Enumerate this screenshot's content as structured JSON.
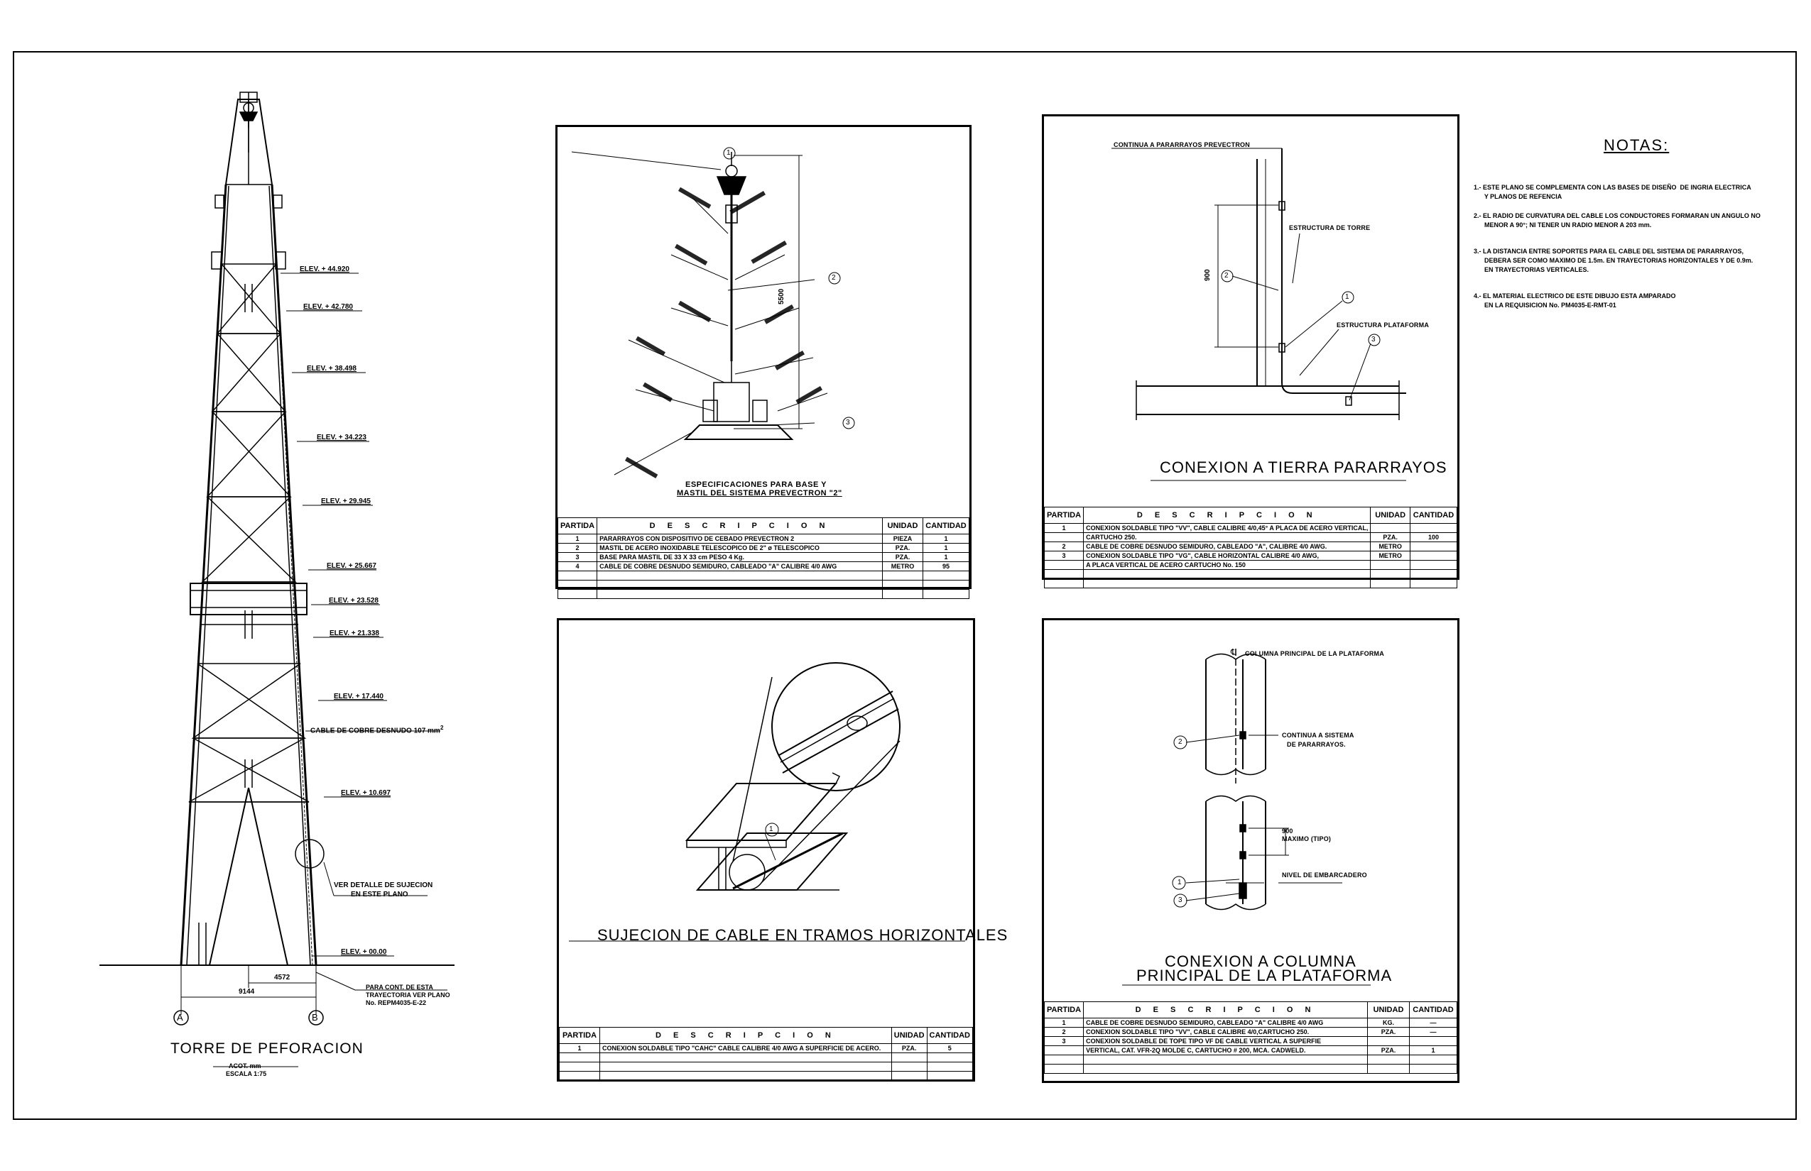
{
  "tower": {
    "title": "TORRE DE PEFORACION",
    "acot": "ACOT. mm",
    "escala": "ESCALA 1:75",
    "elevations": [
      "ELEV. + 44.920",
      "ELEV. + 42.780",
      "ELEV. + 38.498",
      "ELEV. + 34.223",
      "ELEV. + 29.945",
      "ELEV. + 25.667",
      "ELEV. + 23.528",
      "ELEV. + 21.338",
      "ELEV. + 17.440",
      "ELEV. + 10.697",
      "ELEV. + 00.00"
    ],
    "cable_label": "CABLE DE COBRE DESNUDO 107 mm",
    "cable_sup": "2",
    "detail_label_1": "VER DETALLE DE SUJECION",
    "detail_label_2": "EN ESTE PLANO",
    "cont_1": "PARA CONT. DE ESTA",
    "cont_2": "TRAYECTORIA VER PLANO",
    "cont_3": "No. REPM4035-E-22",
    "dim_4572": "4572",
    "dim_9144": "9144",
    "axis_a": "A",
    "axis_b": "B"
  },
  "panel1": {
    "spec_1": "ESPECIFICACIONES PARA BASE Y",
    "spec_2": "MASTIL DEL SISTEMA PREVECTRON \"2\"",
    "dim_5500": "5500",
    "callouts": [
      "1",
      "2",
      "3"
    ],
    "headers": {
      "partida": "PARTIDA",
      "descripcion": "D E S C R I P C I O N",
      "unidad": "UNIDAD",
      "cantidad": "CANTIDAD"
    },
    "rows": [
      {
        "partida": "1",
        "descripcion": "PARARRAYOS CON DISPOSITIVO DE CEBADO PREVECTRON 2",
        "unidad": "PIEZA",
        "cantidad": "1"
      },
      {
        "partida": "2",
        "descripcion": "MASTIL DE ACERO INOXIDABLE TELESCOPICO DE 2\" ø TELESCOPICO",
        "unidad": "PZA.",
        "cantidad": "1"
      },
      {
        "partida": "3",
        "descripcion": "BASE PARA MASTIL DE 33 X 33 cm PESO 4 Kg.",
        "unidad": "PZA.",
        "cantidad": "1"
      },
      {
        "partida": "4",
        "descripcion": "CABLE DE COBRE DESNUDO SEMIDURO, CABLEADO \"A\" CALIBRE 4/0 AWG",
        "unidad": "METRO",
        "cantidad": "95"
      }
    ]
  },
  "panel2": {
    "title": "CONEXION A TIERRA PARARRAYOS",
    "continua": "CONTINUA A PARARRAYOS PREVECTRON",
    "estructura_torre": "ESTRUCTURA DE TORRE",
    "estructura_plataforma": "ESTRUCTURA PLATAFORMA",
    "dim_900": "900",
    "callouts": [
      "1",
      "2",
      "3"
    ],
    "headers": {
      "partida": "PARTIDA",
      "descripcion": "D E S C R I P C I O N",
      "unidad": "UNIDAD",
      "cantidad": "CANTIDAD"
    },
    "rows": [
      {
        "partida": "1",
        "descripcion": "CONEXION SOLDABLE TIPO \"VV\", CABLE CALIBRE 4/0,45° A PLACA DE ACERO VERTICAL,",
        "unidad": "",
        "cantidad": ""
      },
      {
        "partida": "",
        "descripcion": "CARTUCHO 250.",
        "unidad": "PZA.",
        "cantidad": "100"
      },
      {
        "partida": "2",
        "descripcion": "CABLE DE COBRE DESNUDO SEMIDURO, CABLEADO \"A\", CALIBRE 4/0 AWG.",
        "unidad": "METRO",
        "cantidad": ""
      },
      {
        "partida": "3",
        "descripcion": "CONEXION SOLDABLE TIPO \"VG\", CABLE HORIZONTAL CALIBRE 4/0 AWG,",
        "unidad": "METRO",
        "cantidad": ""
      },
      {
        "partida": "",
        "descripcion": "A PLACA VERTICAL DE ACERO CARTUCHO No. 150",
        "unidad": "",
        "cantidad": ""
      }
    ]
  },
  "notes": {
    "title": "NOTAS:",
    "items": [
      "1.- ESTE PLANO SE COMPLEMENTA CON LAS BASES DE DISEÑO  DE INGRIA ELECTRICA\n      Y PLANOS DE REFENCIA",
      "2.- EL RADIO DE CURVATURA DEL CABLE LOS CONDUCTORES FORMARAN UN ANGULO NO\n      MENOR A 90°; NI TENER UN RADIO MENOR A 203 mm.",
      "3.- LA DISTANCIA ENTRE SOPORTES PARA EL CABLE DEL SISTEMA DE PARARRAYOS,\n      DEBERA SER COMO MAXIMO DE 1.5m. EN TRAYECTORIAS HORIZONTALES Y DE 0.9m.\n      EN TRAYECTORIAS VERTICALES.",
      "4.- EL MATERIAL ELECTRICO DE ESTE DIBUJO ESTA AMPARADO\n      EN LA REQUISICION No. PM4035-E-RMT-01"
    ]
  },
  "panel3": {
    "title": "SUJECION DE CABLE EN TRAMOS HORIZONTALES",
    "callout": "1",
    "headers": {
      "partida": "PARTIDA",
      "descripcion": "D E S C R I P C I O N",
      "unidad": "UNIDAD",
      "cantidad": "CANTIDAD"
    },
    "rows": [
      {
        "partida": "1",
        "descripcion": "CONEXION SOLDABLE TIPO \"CAHC\" CABLE CALIBRE 4/0 AWG A SUPERFICIE DE ACERO.",
        "unidad": "PZA.",
        "cantidad": "5"
      }
    ]
  },
  "panel4": {
    "title_1": "CONEXION A COLUMNA",
    "title_2": "PRINCIPAL DE LA PLATAFORMA",
    "columna": "COLUMNA PRINCIPAL DE LA PLATAFORMA",
    "continua_1": "CONTINUA A SISTEMA",
    "continua_2": "DE PARARRAYOS.",
    "dim_900": "900",
    "maximo": "MAXIMO (TIPO)",
    "nivel": "NIVEL DE EMBARCADERO",
    "callouts": [
      "1",
      "2",
      "3"
    ],
    "headers": {
      "partida": "PARTIDA",
      "descripcion": "D E S C R I P C I O N",
      "unidad": "UNIDAD",
      "cantidad": "CANTIDAD"
    },
    "rows": [
      {
        "partida": "1",
        "descripcion": "CABLE DE COBRE DESNUDO SEMIDURO, CABLEADO \"A\" CALIBRE 4/0 AWG",
        "unidad": "KG.",
        "cantidad": "—"
      },
      {
        "partida": "2",
        "descripcion": "CONEXION SOLDABLE TIPO \"VV\", CABLE CALIBRE 4/0,CARTUCHO 250.",
        "unidad": "PZA.",
        "cantidad": "—"
      },
      {
        "partida": "3",
        "descripcion": "CONEXION SOLDABLE DE TOPE TIPO VF DE  CABLE VERTICAL A SUPERFIE",
        "unidad": "",
        "cantidad": ""
      },
      {
        "partida": "",
        "descripcion": "VERTICAL, CAT. VFR-2Q MOLDE C, CARTUCHO # 200, MCA. CADWELD.",
        "unidad": "PZA.",
        "cantidad": "1"
      }
    ]
  }
}
